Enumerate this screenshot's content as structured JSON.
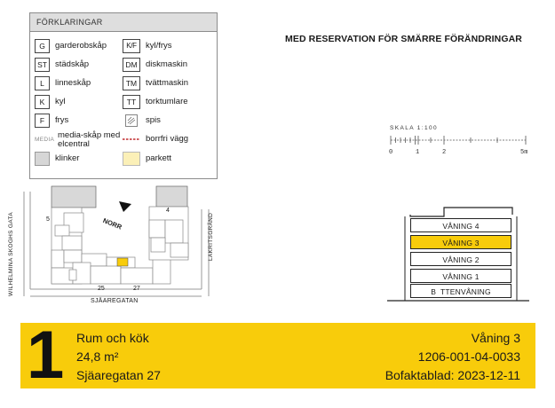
{
  "legend": {
    "title": "FÖRKLARINGAR",
    "items_left": [
      {
        "code": "G",
        "label": "garderobskåp"
      },
      {
        "code": "ST",
        "label": "städskåp"
      },
      {
        "code": "L",
        "label": "linneskåp"
      },
      {
        "code": "K",
        "label": "kyl"
      },
      {
        "code": "F",
        "label": "frys"
      },
      {
        "code": "MEDIA",
        "label": "media-skåp med elcentral"
      },
      {
        "code": "",
        "label": "klinker",
        "swatch": "#d6d6d6"
      }
    ],
    "items_right": [
      {
        "code": "K/F",
        "label": "kyl/frys"
      },
      {
        "code": "DM",
        "label": "diskmaskin"
      },
      {
        "code": "TM",
        "label": "tvättmaskin"
      },
      {
        "code": "TT",
        "label": "torktumlare"
      },
      {
        "code": "",
        "label": "spis",
        "icon": "stove-icon"
      },
      {
        "code": "",
        "label": "borrfri vägg",
        "icon": "dashed-line-icon",
        "color": "#c0282b"
      },
      {
        "code": "",
        "label": "parkett",
        "swatch": "#fbf0b8"
      }
    ]
  },
  "note": "MED RESERVATION FÖR SMÄRRE FÖRÄNDRINGAR",
  "scale": {
    "title": "SKALA 1:100",
    "ticks": [
      "0",
      "1",
      "2",
      "5m"
    ]
  },
  "siteplan": {
    "street_left": "WILHELMINA SKOGHS GATA",
    "street_right": "LAKRITSGRÄND",
    "street_bottom": "SJÄAREGATAN",
    "north_label": "NORR",
    "building_numbers": [
      "5",
      "4",
      "25",
      "27"
    ],
    "highlight_color": "#f8cc0b"
  },
  "floors": {
    "items": [
      "VÅNING 4",
      "VÅNING 3",
      "VÅNING 2",
      "VÅNING 1",
      "B  TTENVÅNING"
    ],
    "active": "VÅNING 3"
  },
  "banner": {
    "number": "1",
    "rooms": "Rum och kök",
    "area": "24,8 m²",
    "address": "Sjäaregatan 27",
    "floor": "Våning 3",
    "id": "1206-001-04-0033",
    "date_label": "Bofaktablad:",
    "date": "2023-12-11",
    "color": "#f8cc0b"
  }
}
